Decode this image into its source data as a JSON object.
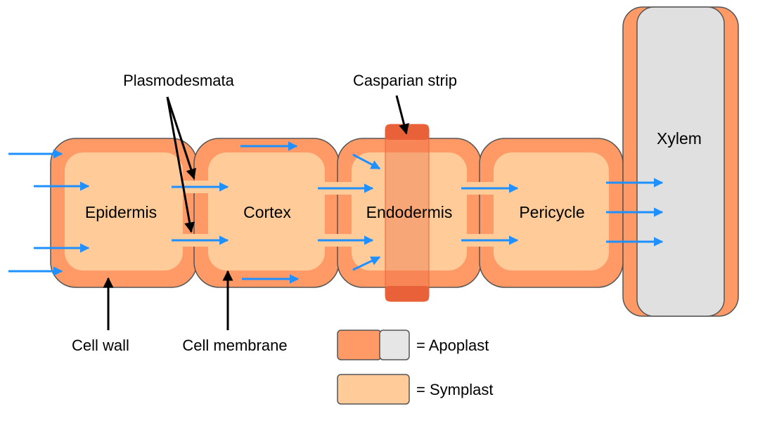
{
  "cells": {
    "epidermis": "Epidermis",
    "cortex": "Cortex",
    "endodermis": "Endodermis",
    "pericycle": "Pericycle",
    "xylem": "Xylem"
  },
  "labels": {
    "plasmodesmata": "Plasmodesmata",
    "casparian_strip": "Casparian strip",
    "cell_wall": "Cell wall",
    "cell_membrane": "Cell membrane"
  },
  "legend": {
    "apoplast": "= Apoplast",
    "symplast": "= Symplast"
  },
  "colors": {
    "cell_wall": "#FF9966",
    "symplast": "#FFCC99",
    "casparian_strip": "#E8623A",
    "xylem_interior": "#E0E0E0",
    "legend_grey": "#E6E6E6",
    "arrow": "#1E90FF",
    "outline": "#555555"
  }
}
